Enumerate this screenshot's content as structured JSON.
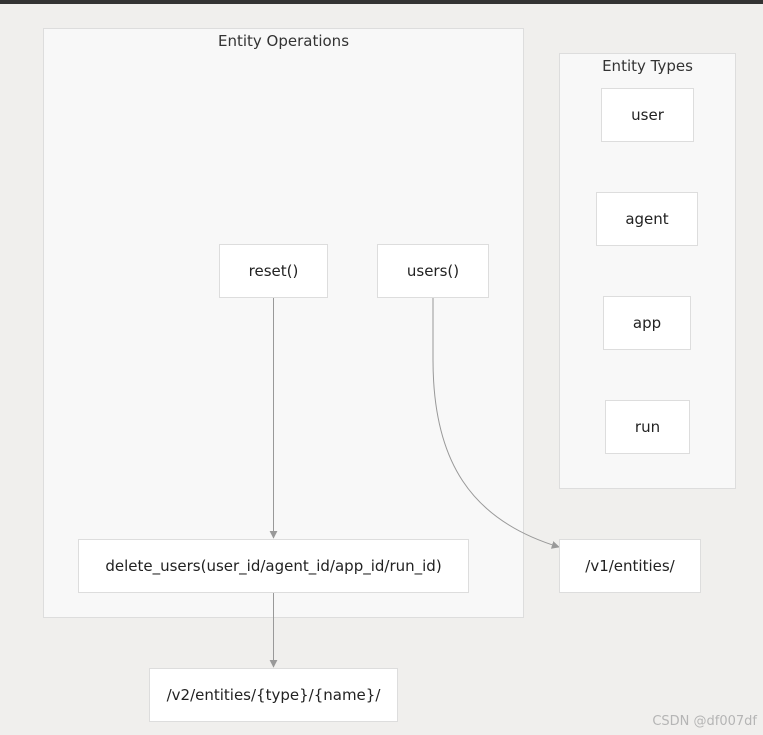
{
  "clusters": {
    "operations": {
      "title": "Entity Operations"
    },
    "types": {
      "title": "Entity Types"
    }
  },
  "nodes": {
    "reset": "reset()",
    "users": "users()",
    "delete_users": "delete_users(user_id/agent_id/app_id/run_id)",
    "v1_entities": "/v1/entities/",
    "v2_entities": "/v2/entities/{type}/{name}/",
    "user": "user",
    "agent": "agent",
    "app": "app",
    "run": "run"
  },
  "edges": [
    {
      "from": "reset",
      "to": "delete_users"
    },
    {
      "from": "delete_users",
      "to": "v2_entities"
    },
    {
      "from": "users",
      "to": "v1_entities"
    }
  ],
  "colors": {
    "background": "#f0efed",
    "cluster_fill": "#f8f8f8",
    "node_fill": "#ffffff",
    "border": "#dddddd",
    "edge": "#999999"
  },
  "watermark": "CSDN @df007df"
}
